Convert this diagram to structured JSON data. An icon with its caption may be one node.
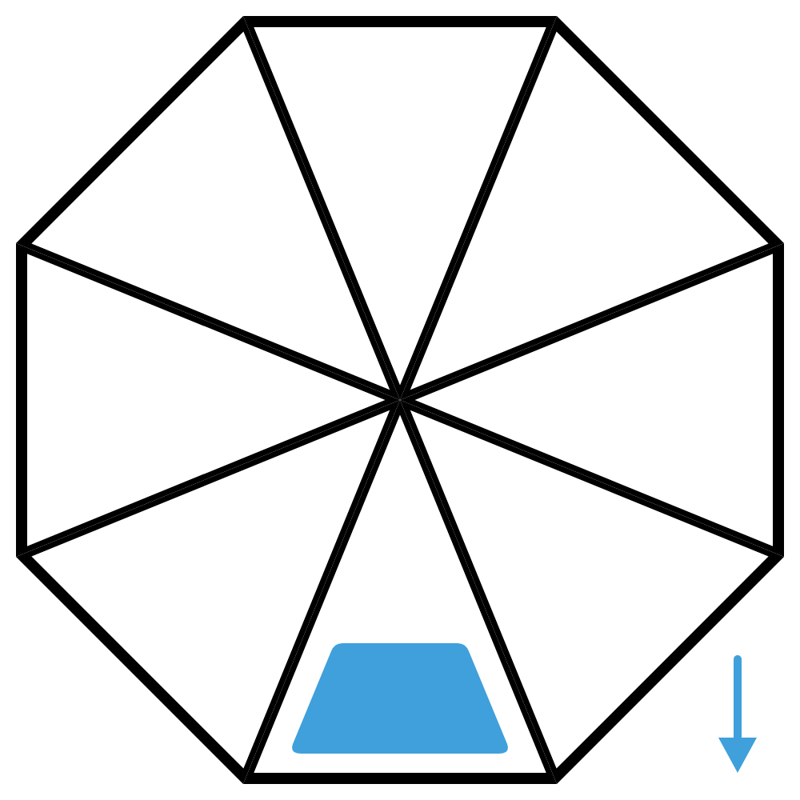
{
  "diagram": {
    "nodes": [
      {
        "text": [],
        "shape": "triangle"
      },
      {
        "text": [],
        "shape": "triangle"
      },
      {
        "text": [],
        "shape": "triangle"
      },
      {
        "text": [],
        "shape": "triangle"
      },
      {
        "text": [],
        "shape": "triangle"
      },
      {
        "text": [],
        "shape": "triangle"
      },
      {
        "text": [],
        "shape": "triangle"
      },
      {
        "text": [],
        "shape": "triangle"
      },
      {
        "text": [],
        "shape": "trapezoid",
        "in": 7
      }
    ]
  }
}
